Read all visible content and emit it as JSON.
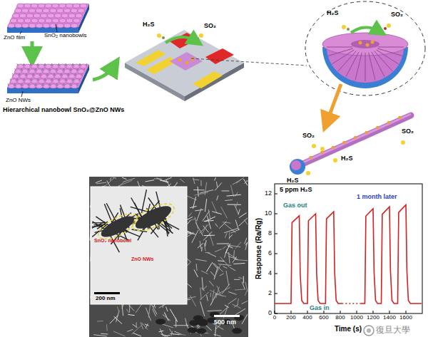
{
  "diagram": {
    "labels": [
      "ZnO film",
      "SnO₂ nanobowls",
      "ZnO NWs",
      "Hierarchical nanobowl SnO₂@ZnO NWs",
      "H₂S",
      "SO₂",
      "H₂S",
      "SO₂",
      "SO₂",
      "SO₂",
      "H₂S",
      "H₂S",
      "SnO₂ nanobowl",
      "ZnO NWs",
      "200 nm",
      "500 nm",
      "5 ppm H₂S",
      "Gas out",
      "1 month later",
      "Gas in",
      "Response (Ra/Rg)",
      "Time (s)",
      "0",
      "2",
      "4",
      "6",
      "8",
      "10",
      "12",
      "0",
      "200",
      "400",
      "600",
      "800",
      "1000",
      "1200",
      "1400",
      "1600",
      "復旦大學"
    ]
  }
}
